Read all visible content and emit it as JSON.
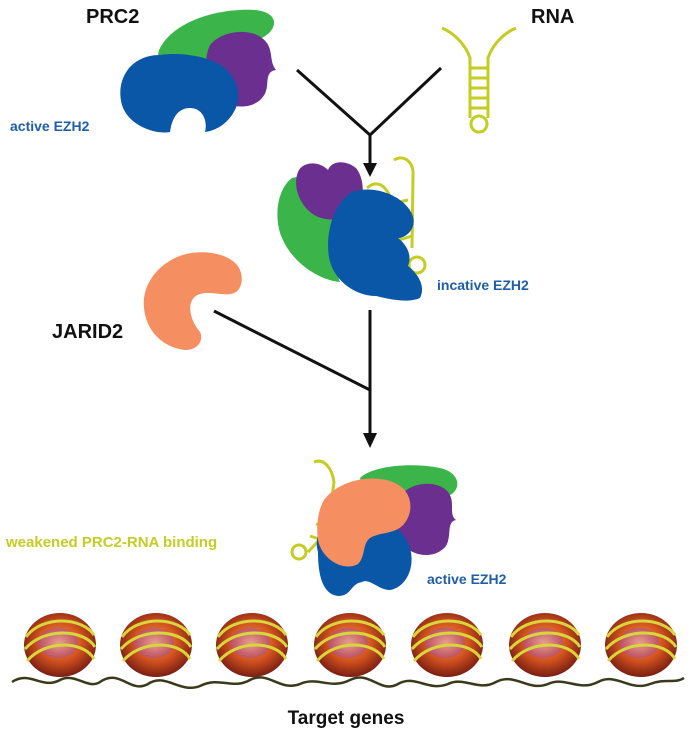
{
  "labels": {
    "prc2": "PRC2",
    "rna": "RNA",
    "active_ezh2_top": "active EZH2",
    "inactive_ezh2": "incative EZH2",
    "jarid2": "JARID2",
    "weakened_binding": "weakened PRC2-RNA binding",
    "active_ezh2_bottom": "active EZH2",
    "target_genes": "Target genes"
  },
  "colors": {
    "ezh2_blue": "#0a57a8",
    "green": "#3bb54a",
    "purple": "#6b2f8f",
    "jarid2_orange": "#f58f62",
    "rna_yellow": "#c5cc23",
    "label_blue": "#1f5ea8",
    "label_yellow": "#c5cc23",
    "dna_line": "#3a3a1a",
    "nucleosome_outer": "#8c2f1a",
    "nucleosome_inner": "#e0642a",
    "black": "#111111"
  }
}
